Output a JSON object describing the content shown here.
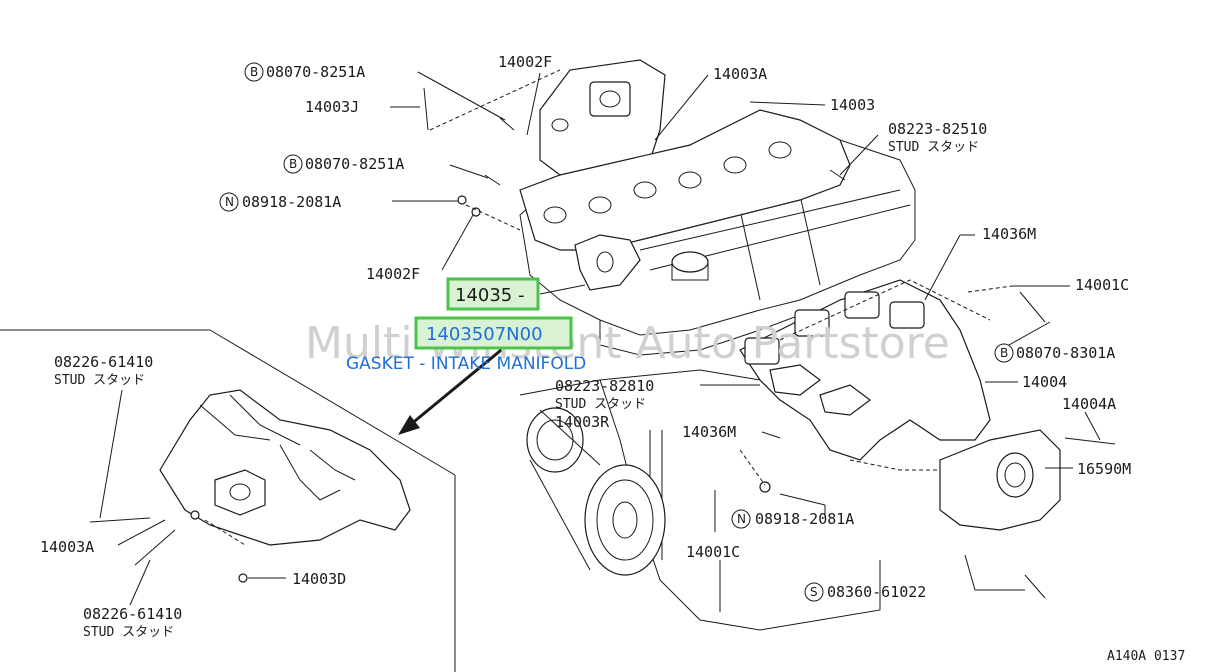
{
  "watermark": "Multi Winstent Auto Partstore",
  "highlight": {
    "ref": "14035 -",
    "part_number": "1403507N00",
    "description": "GASKET - INTAKE MANIFOLD"
  },
  "callouts": {
    "b_08070_8251A_top": "08070-8251A",
    "c_14003J": "14003J",
    "c_14002F_top": "14002F",
    "c_14003A_top": "14003A",
    "c_14003": "14003",
    "c_08223_82510": "08223-82510",
    "c_stud_1": "STUD スタッド",
    "b_08070_8251A_mid": "08070-8251A",
    "n_08918_2081A_top": "08918-2081A",
    "c_14002F_mid": "14002F",
    "c_14036M_right": "14036M",
    "c_14001C_right": "14001C",
    "b_08070_8301A": "08070-8301A",
    "c_14004": "14004",
    "c_14004A": "14004A",
    "c_16590M": "16590M",
    "c_08223_82810": "08223-82810",
    "c_stud_2": "STUD スタッド",
    "c_14003R": "14003R",
    "c_14036M_mid": "14036M",
    "n_08918_2081A_bot": "08918-2081A",
    "c_14001C_bot": "14001C",
    "s_08360_61022": "08360-61022",
    "c_08226_61410_top": "08226-61410",
    "c_stud_3": "STUD スタッド",
    "c_14003A_left": "14003A",
    "c_14003D": "14003D",
    "c_08226_61410_bot": "08226-61410",
    "c_stud_4": "STUD スタッド"
  },
  "symbols": {
    "b": "B",
    "n": "N",
    "s": "S"
  },
  "figure_code": "A140A 0137"
}
